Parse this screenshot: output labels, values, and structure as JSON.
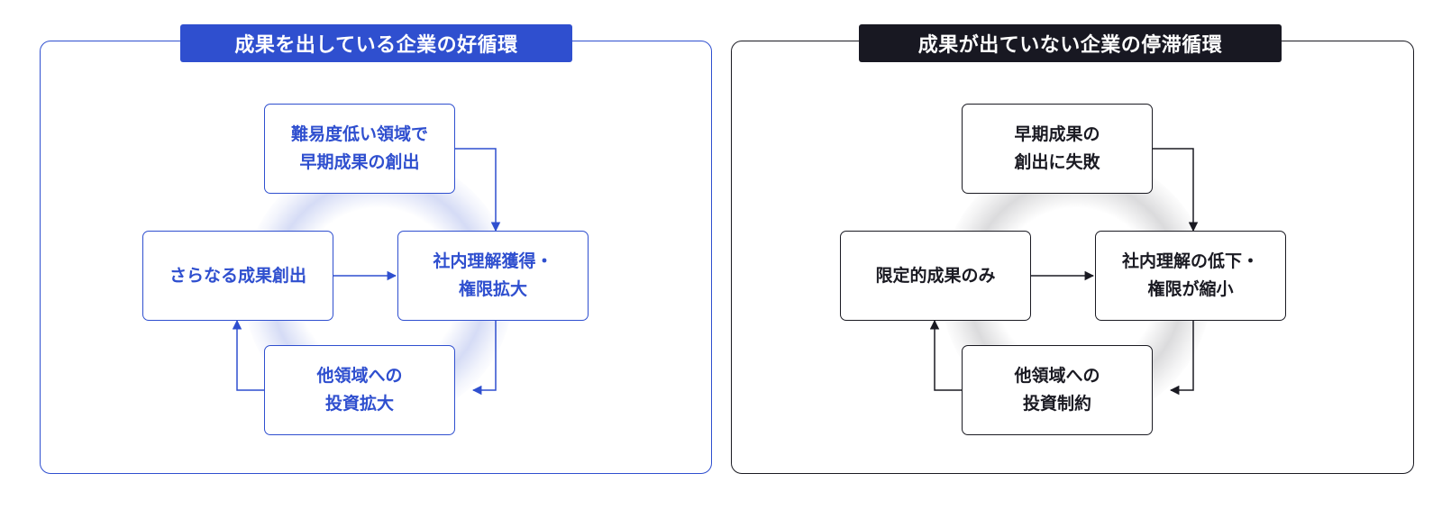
{
  "left_panel": {
    "title": "成果を出している企業の好循環",
    "color": "#2f4fcf",
    "nodes": {
      "top": "難易度低い領域で\n早期成果の創出",
      "right": "社内理解獲得・\n権限拡大",
      "bottom": "他領域への\n投資拡大",
      "left": "さらなる成果創出"
    }
  },
  "right_panel": {
    "title": "成果が出ていない企業の停滞循環",
    "color": "#1a1a22",
    "nodes": {
      "top": "早期成果の\n創出に失敗",
      "right": "社内理解の低下・\n権限が縮小",
      "bottom": "他領域への\n投資制約",
      "left": "限定的成果のみ"
    }
  }
}
